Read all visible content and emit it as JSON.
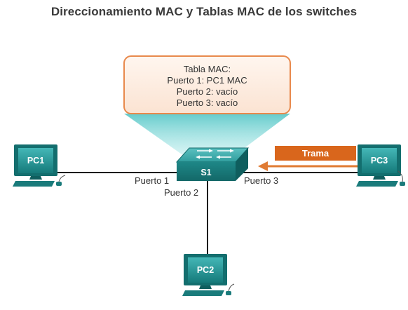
{
  "title": "Direccionamiento MAC y Tablas MAC de los switches",
  "mac_table": {
    "heading": "Tabla MAC:",
    "rows": [
      "Puerto 1: PC1 MAC",
      "Puerto 2: vacío",
      "Puerto 3: vacío"
    ]
  },
  "switch": {
    "label": "S1"
  },
  "ports": {
    "p1": "Puerto 1",
    "p2": "Puerto 2",
    "p3": "Puerto 3"
  },
  "hosts": {
    "pc1": "PC1",
    "pc2": "PC2",
    "pc3": "PC3"
  },
  "frame": {
    "label": "Trama"
  },
  "colors": {
    "device_teal": "#1f8a8a",
    "device_teal_light": "#3fb0b0",
    "callout_fill": "#fde9dc",
    "callout_border": "#e8894c",
    "frame_orange": "#d9661c"
  }
}
